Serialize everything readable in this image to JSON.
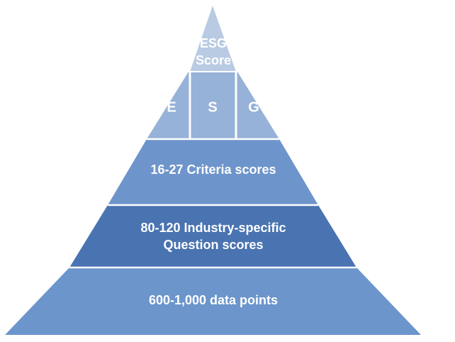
{
  "pyramid": {
    "tiers": [
      {
        "lines": [
          "ESG",
          "Score"
        ],
        "color": "#b9cbe3"
      },
      {
        "segments": [
          "E",
          "S",
          "G"
        ],
        "color": "#97b2d8"
      },
      {
        "lines": [
          "16-27 Criteria scores"
        ],
        "color": "#6e95cb"
      },
      {
        "lines": [
          "80-120 Industry-specific",
          "Question scores"
        ],
        "color": "#4a73b1"
      },
      {
        "lines": [
          "600-1,000 data points"
        ],
        "color": "#6b95cb"
      }
    ],
    "divider_color": "#ffffff"
  }
}
